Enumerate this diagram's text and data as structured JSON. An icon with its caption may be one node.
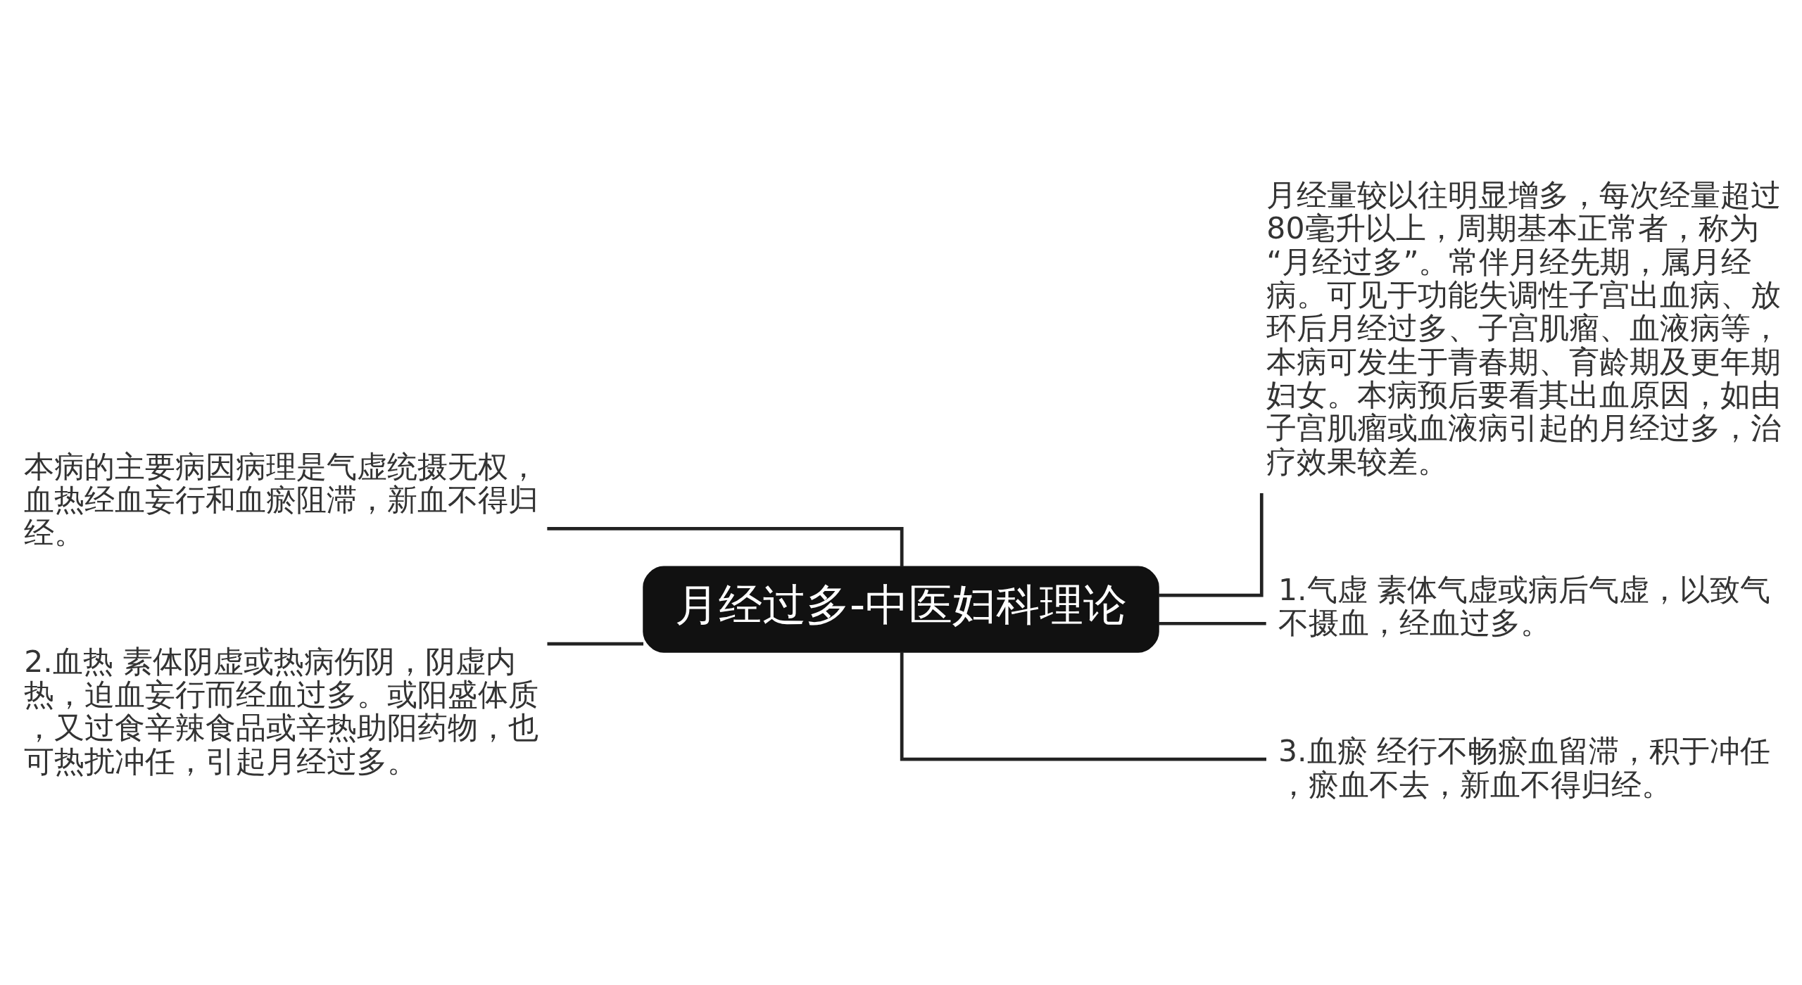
{
  "diagram": {
    "nodes": [
      {
        "text": [
          "月经过多-中医妇科理论"
        ]
      },
      {
        "text": [
          "本病的主要病因病理是气虚统摄无权，血热经血妄行和血瘀阻滞，新血不得归经。"
        ]
      },
      {
        "text": [
          "2.血热 素体阴虚或热病伤阴，阴虚内热，迫血妄行而经血过多。或阳盛体质，又过食辛辣食品或辛热助阳药物，也可热扰冲任，引起月经过多。"
        ]
      },
      {
        "text": [
          "月经量较以往明显增多，每次经量超过80毫升以上，周期基本正常者，称为“月经过多”。常伴月经先期，属月经病。可见于功能失调性子宫出血病、放环后月经过多、子宫肌瘤、血液病等，本病可发生于青春期、育龄期及更年期妇女。本病预后要看其出血原因，如由子宫肌瘤或血液病引起的月经过多，治疗效果较差。"
        ]
      },
      {
        "text": [
          "1.气虚 素体气虚或病后气虚，以致气不摄血，经血过多。"
        ]
      },
      {
        "text": [
          "3.血瘀 经行不畅瘀血留滞，积于冲任，瘀血不去，新血不得归经。"
        ]
      }
    ],
    "edges": [
      {
        "from": 0,
        "to": 1,
        "arrow": "none"
      },
      {
        "from": 0,
        "to": 2,
        "arrow": "none"
      },
      {
        "from": 0,
        "to": 3,
        "arrow": "none"
      },
      {
        "from": 0,
        "to": 4,
        "arrow": "none"
      },
      {
        "from": 0,
        "to": 5,
        "arrow": "none"
      }
    ]
  }
}
